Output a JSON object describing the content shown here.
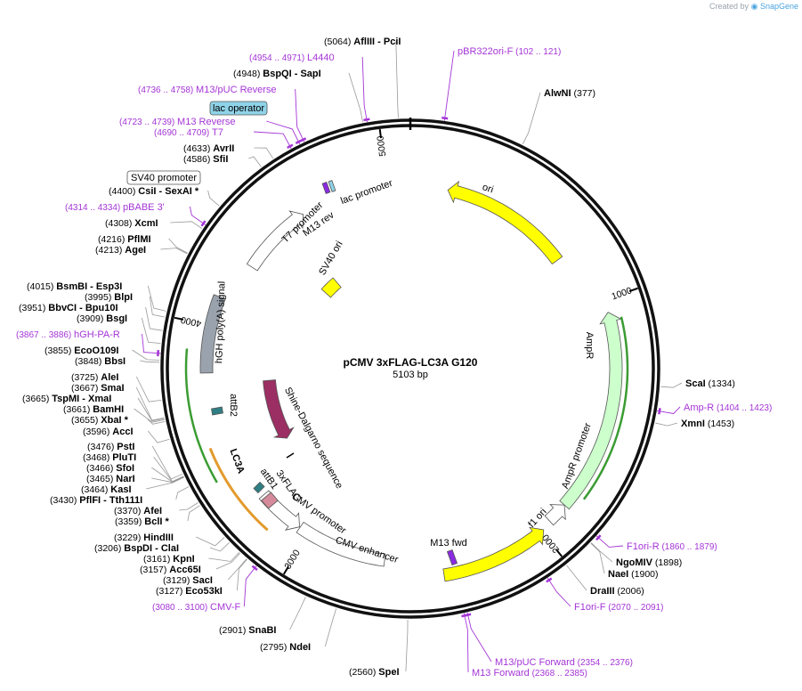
{
  "credit": {
    "prefix": "Created by",
    "brand": "SnapGene"
  },
  "plasmid": {
    "name": "pCMV 3xFLAG-LC3A G120",
    "size_label": "5103 bp",
    "length": 5103
  },
  "ticks": [
    "1000",
    "2000",
    "3000",
    "4000",
    "5000"
  ],
  "features": [
    {
      "name": "ori",
      "color": "#ffff00"
    },
    {
      "name": "AmpR",
      "color": "#ccffcc"
    },
    {
      "name": "AmpR promoter",
      "color": "#ffffff"
    },
    {
      "name": "f1 ori",
      "color": "#ffff00"
    },
    {
      "name": "M13 fwd",
      "color": "#8a2be2"
    },
    {
      "name": "CMV enhancer",
      "color": "#ffffff"
    },
    {
      "name": "CMV promoter",
      "color": "#ffffff"
    },
    {
      "name": "3xFLAG",
      "color": "#d48a9a"
    },
    {
      "name": "attB1",
      "color": "#2f7f84"
    },
    {
      "name": "LC3A",
      "color": "#9b2f63"
    },
    {
      "name": "attB2",
      "color": "#2f7f84"
    },
    {
      "name": "hGH poly(A) signal",
      "color": "#9aa3ad"
    },
    {
      "name": "T7 promoter",
      "color": "#ffffff"
    },
    {
      "name": "SV40 ori",
      "color": "#ffff00"
    },
    {
      "name": "M13 rev",
      "color": "#8a2be2"
    },
    {
      "name": "lac promoter",
      "color": "#ffffff"
    },
    {
      "name": "lac operator",
      "color": "#8fd3e8"
    },
    {
      "name": "SV40 promoter",
      "color": "#ffffff"
    },
    {
      "name": "Shine-Dalgarno sequence",
      "color": "#000000"
    }
  ],
  "sites": [
    {
      "pos": "(5064)",
      "name": "AflIII",
      "sep": "-",
      "name2": "PciI"
    },
    {
      "pos": "(4948)",
      "name": "BspQI",
      "sep": "-",
      "name2": "SapI"
    },
    {
      "pos": "(4633)",
      "name": "AvrII"
    },
    {
      "pos": "(4586)",
      "name": "SfiI"
    },
    {
      "pos": "(4400)",
      "name": "CsiI",
      "sep": "-",
      "name2": "SexAI *"
    },
    {
      "pos": "(4308)",
      "name": "XcmI"
    },
    {
      "pos": "(4216)",
      "name": "PflMI"
    },
    {
      "pos": "(4213)",
      "name": "AgeI"
    },
    {
      "pos": "(4015)",
      "name": "BsmBI",
      "sep": "-",
      "name2": "Esp3I"
    },
    {
      "pos": "(3995)",
      "name": "BlpI"
    },
    {
      "pos": "(3951)",
      "name": "BbvCI",
      "sep": "-",
      "name2": "Bpu10I"
    },
    {
      "pos": "(3909)",
      "name": "BsgI"
    },
    {
      "pos": "(3855)",
      "name": "EcoO109I"
    },
    {
      "pos": "(3848)",
      "name": "BbsI"
    },
    {
      "pos": "(3725)",
      "name": "AleI"
    },
    {
      "pos": "(3667)",
      "name": "SmaI"
    },
    {
      "pos": "(3665)",
      "name": "TspMI",
      "sep": "-",
      "name2": "XmaI"
    },
    {
      "pos": "(3661)",
      "name": "BamHI"
    },
    {
      "pos": "(3655)",
      "name": "XbaI *"
    },
    {
      "pos": "(3596)",
      "name": "AccI"
    },
    {
      "pos": "(3476)",
      "name": "PstI"
    },
    {
      "pos": "(3468)",
      "name": "PluTI"
    },
    {
      "pos": "(3466)",
      "name": "SfoI"
    },
    {
      "pos": "(3465)",
      "name": "NarI"
    },
    {
      "pos": "(3464)",
      "name": "KasI"
    },
    {
      "pos": "(3430)",
      "name": "PflFI",
      "sep": "-",
      "name2": "Tth111I"
    },
    {
      "pos": "(3370)",
      "name": "AfeI"
    },
    {
      "pos": "(3359)",
      "name": "BclI *"
    },
    {
      "pos": "(3229)",
      "name": "HindIII"
    },
    {
      "pos": "(3206)",
      "name": "BspDI",
      "sep": "-",
      "name2": "ClaI"
    },
    {
      "pos": "(3161)",
      "name": "KpnI"
    },
    {
      "pos": "(3157)",
      "name": "Acc65I"
    },
    {
      "pos": "(3129)",
      "name": "SacI"
    },
    {
      "pos": "(3127)",
      "name": "Eco53kI"
    },
    {
      "pos": "(2901)",
      "name": "SnaBI"
    },
    {
      "pos": "(2795)",
      "name": "NdeI"
    },
    {
      "pos": "(2560)",
      "name": "SpeI"
    },
    {
      "pos": "(377)",
      "name": "AlwNI"
    },
    {
      "pos": "(1334)",
      "name": "ScaI"
    },
    {
      "pos": "(1453)",
      "name": "XmnI"
    },
    {
      "pos": "(1898)",
      "name": "NgoMIV"
    },
    {
      "pos": "(1900)",
      "name": "NaeI"
    },
    {
      "pos": "(2006)",
      "name": "DraIII"
    }
  ],
  "primers": [
    {
      "range": "(4954 .. 4971)",
      "name": "L4440"
    },
    {
      "range": "(4736 .. 4758)",
      "name": "M13/pUC Reverse"
    },
    {
      "range": "(4723 .. 4739)",
      "name": "M13 Reverse"
    },
    {
      "range": "(4690 .. 4709)",
      "name": "T7"
    },
    {
      "range": "(4314 .. 4334)",
      "name": "pBABE 3'"
    },
    {
      "range": "(3867 .. 3886)",
      "name": "hGH-PA-R"
    },
    {
      "range": "(3080 .. 3100)",
      "name": "CMV-F"
    },
    {
      "range": "(102 .. 121)",
      "name": "pBR322ori-F"
    },
    {
      "range": "(1404 .. 1423)",
      "name": "Amp-R"
    },
    {
      "range": "(1860 .. 1879)",
      "name": "F1ori-R"
    },
    {
      "range": "(2070 .. 2091)",
      "name": "F1ori-F"
    },
    {
      "range": "(2354 .. 2376)",
      "name": "M13/pUC Forward"
    },
    {
      "range": "(2368 .. 2385)",
      "name": "M13 Forward"
    }
  ]
}
